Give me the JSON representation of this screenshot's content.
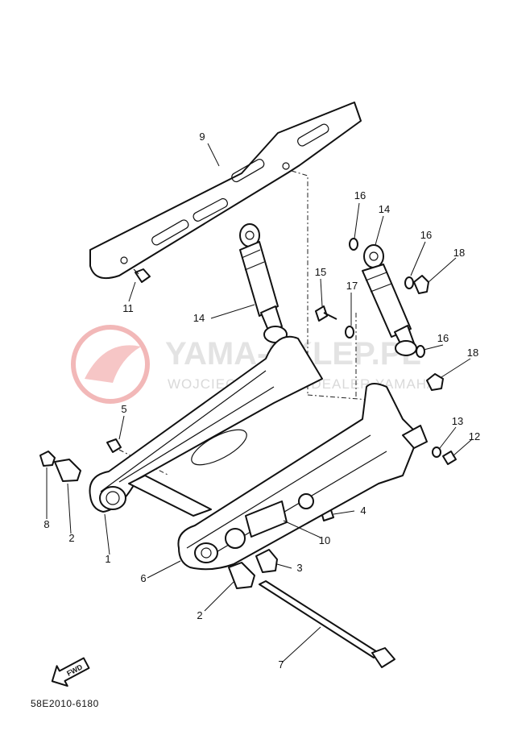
{
  "diagram": {
    "part_code": "58E2010-6180",
    "fwd_label": "FWD",
    "watermark": {
      "brand": "YAMA-SKLEP.PL",
      "dealer": "WOJCIECHOWICZ · DEALER YAMAHA"
    },
    "callouts": [
      {
        "id": "c9",
        "label": "9"
      },
      {
        "id": "c11",
        "label": "11"
      },
      {
        "id": "c14a",
        "label": "14"
      },
      {
        "id": "c15",
        "label": "15"
      },
      {
        "id": "c17",
        "label": "17"
      },
      {
        "id": "c16a",
        "label": "16"
      },
      {
        "id": "c14b",
        "label": "14"
      },
      {
        "id": "c16b",
        "label": "16"
      },
      {
        "id": "c18a",
        "label": "18"
      },
      {
        "id": "c16c",
        "label": "16"
      },
      {
        "id": "c18b",
        "label": "18"
      },
      {
        "id": "c5",
        "label": "5"
      },
      {
        "id": "c13",
        "label": "13"
      },
      {
        "id": "c12",
        "label": "12"
      },
      {
        "id": "c8",
        "label": "8"
      },
      {
        "id": "c2a",
        "label": "2"
      },
      {
        "id": "c1",
        "label": "1"
      },
      {
        "id": "c4",
        "label": "4"
      },
      {
        "id": "c10",
        "label": "10"
      },
      {
        "id": "c6",
        "label": "6"
      },
      {
        "id": "c3",
        "label": "3"
      },
      {
        "id": "c2b",
        "label": "2"
      },
      {
        "id": "c7",
        "label": "7"
      }
    ]
  }
}
